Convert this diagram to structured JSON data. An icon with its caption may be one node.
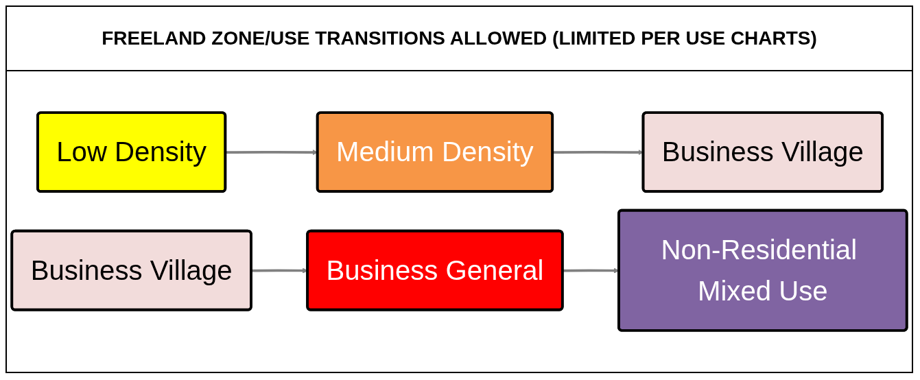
{
  "diagram": {
    "title": "FREELAND ZONE/USE TRANSITIONS ALLOWED (LIMITED PER USE CHARTS)",
    "nodes": [
      {
        "text": [
          "Low Density"
        ]
      },
      {
        "text": [
          "Medium Density"
        ]
      },
      {
        "text": [
          "Business Village"
        ]
      },
      {
        "text": [
          "Business Village"
        ]
      },
      {
        "text": [
          "Business General"
        ]
      },
      {
        "text": [
          "Non-Residential Mixed Use"
        ]
      }
    ],
    "edges": [
      {
        "from": 0,
        "to": 1,
        "arrow": "to"
      },
      {
        "from": 1,
        "to": 2,
        "arrow": "to"
      },
      {
        "from": 3,
        "to": 4,
        "arrow": "to"
      },
      {
        "from": 4,
        "to": 5,
        "arrow": "to"
      }
    ]
  }
}
